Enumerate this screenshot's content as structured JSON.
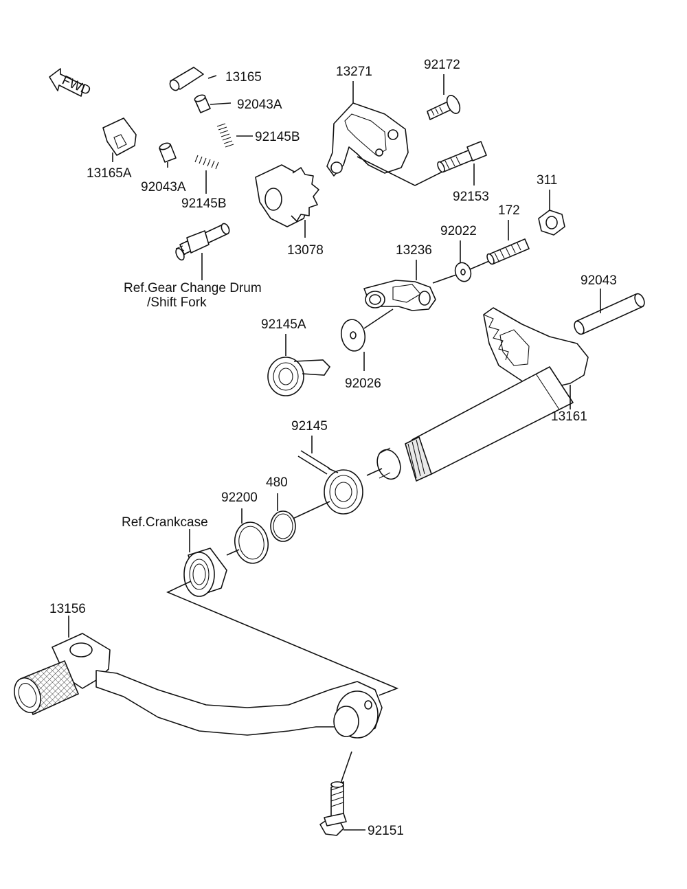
{
  "diagram": {
    "fwd_label": "FWD",
    "labels": {
      "p13165": "13165",
      "p92043A_top": "92043A",
      "p92145B_top": "92145B",
      "p13165A": "13165A",
      "p92043A_bot": "92043A",
      "p92145B_bot": "92145B",
      "p13271": "13271",
      "p92172": "92172",
      "p92153": "92153",
      "p13078": "13078",
      "p311": "311",
      "p172": "172",
      "p92022": "92022",
      "p13236": "13236",
      "p92043": "92043",
      "p92145A": "92145A",
      "p92026": "92026",
      "p13161": "13161",
      "p92145": "92145",
      "p480": "480",
      "p92200": "92200",
      "p13156": "13156",
      "p92151": "92151"
    },
    "refs": {
      "gear_change_line1": "Ref.Gear Change Drum",
      "gear_change_line2": "/Shift Fork",
      "crankcase": "Ref.Crankcase"
    }
  }
}
